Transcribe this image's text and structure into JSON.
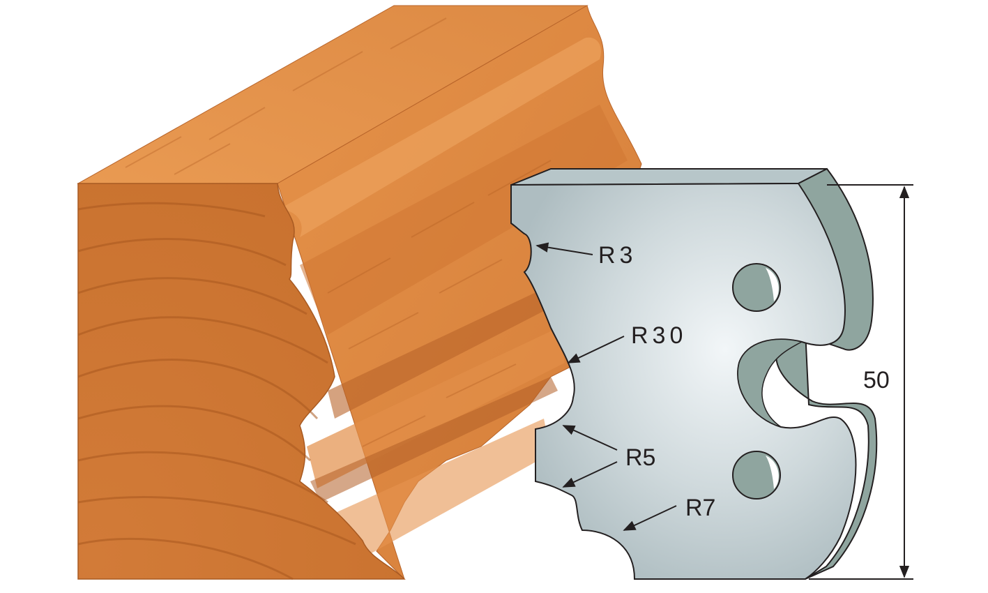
{
  "colors": {
    "wood_light": "#e7954c",
    "wood_mid": "#db8440",
    "wood_dark": "#c06a2c",
    "wood_endgrain": "#d07a38",
    "steel_face": "#c9d3d6",
    "steel_highlight": "#eef3f5",
    "steel_edge": "#8fa59f",
    "steel_top": "#b4c3c6",
    "line": "#231f20"
  },
  "labels": {
    "r3": "R3",
    "r30": "R30",
    "r5": "R5",
    "r7": "R7",
    "height": "50"
  },
  "icons": {
    "molding": "wood-molding-profile",
    "knife": "steel-cutter-knife"
  }
}
